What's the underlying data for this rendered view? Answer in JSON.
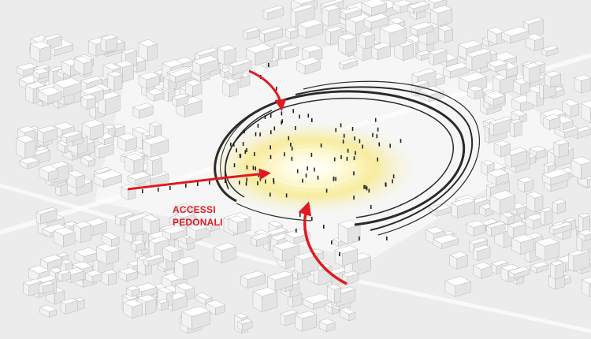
{
  "diagram": {
    "label": {
      "line1": "ACCESSI",
      "line2": "PEDONALI"
    },
    "colors": {
      "background": "#ececec",
      "ground": "#f6f6f6",
      "building": "#ffffff",
      "building_line": "#b9b9b9",
      "ring": "#2a2a2a",
      "glow": "#f5e88a",
      "arrow": "#e01a1f",
      "person": "#222222"
    },
    "arrows": [
      {
        "name": "access-arrow-north"
      },
      {
        "name": "access-arrow-west"
      },
      {
        "name": "access-arrow-south"
      }
    ]
  }
}
